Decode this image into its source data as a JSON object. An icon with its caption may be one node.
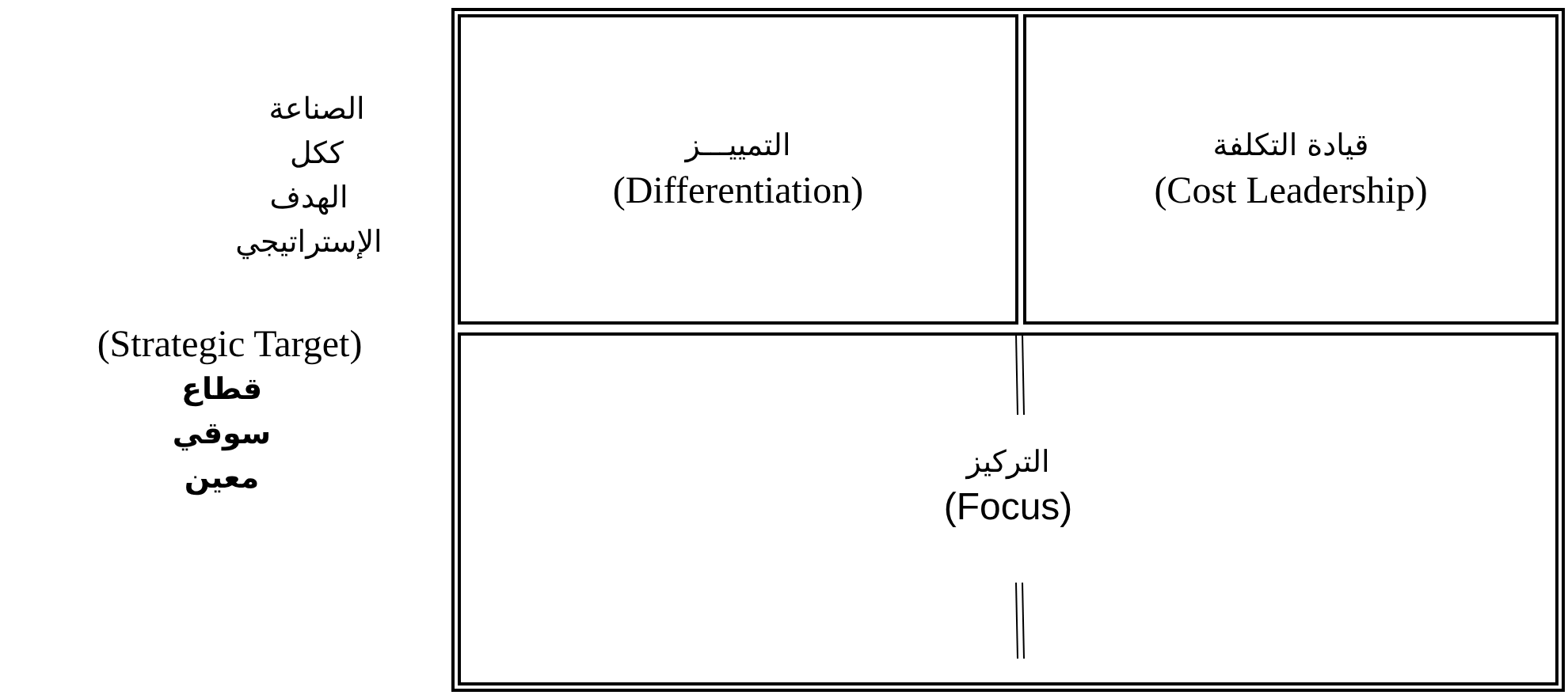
{
  "diagram": {
    "nodes": [
      {
        "text": [
          "قيادة التكلفة",
          "(Cost Leadership)"
        ]
      },
      {
        "text": [
          "التمييـــز",
          "(Differentiation)"
        ]
      },
      {
        "text": [
          "التركيز",
          "(Focus)"
        ]
      }
    ],
    "labels": [
      "الصناعة ككل",
      "الهدف الإستراتيجي",
      "(Strategic Target)",
      "قطاع سوقي معين"
    ]
  }
}
